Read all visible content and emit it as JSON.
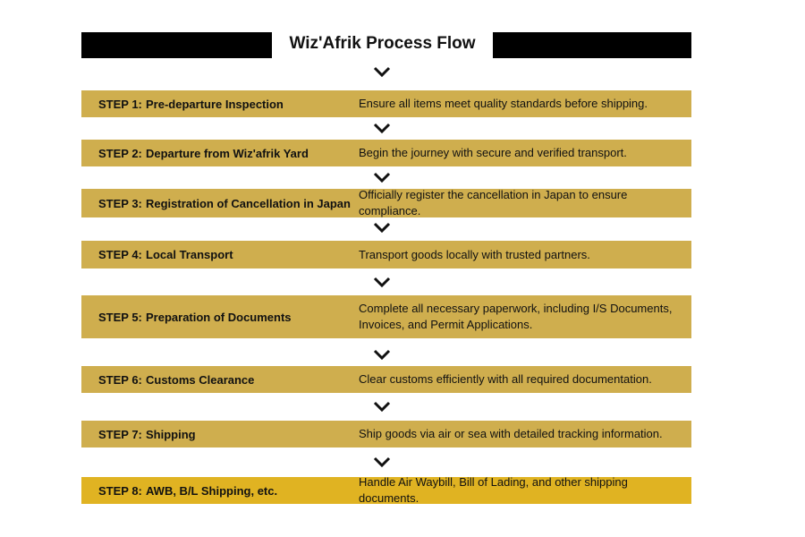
{
  "title": "Wiz'Afrik Process Flow",
  "steps": [
    {
      "step": "STEP 1:",
      "name": "Pre-departure Inspection",
      "desc": "Ensure all items meet quality standards before shipping."
    },
    {
      "step": "STEP 2:",
      "name": "Departure from Wiz'afrik Yard",
      "desc": "Begin the journey with secure and verified transport."
    },
    {
      "step": "STEP 3:",
      "name": "Registration of Cancellation in Japan",
      "desc": "Officially register the cancellation in Japan to ensure compliance."
    },
    {
      "step": "STEP 4:",
      "name": "Local Transport",
      "desc": "Transport goods locally with trusted partners."
    },
    {
      "step": "STEP 5:",
      "name": "Preparation of Documents",
      "desc": "Complete all necessary paperwork, including I/S Documents, Invoices, and Permit Applications."
    },
    {
      "step": "STEP 6:",
      "name": "Customs Clearance",
      "desc": "Clear customs efficiently with all required documentation."
    },
    {
      "step": "STEP 7:",
      "name": "Shipping",
      "desc": "Ship goods via air or sea with detailed tracking information."
    },
    {
      "step": "STEP 8:",
      "name": "AWB, B/L Shipping, etc.",
      "desc": "Handle Air Waybill, Bill of Lading, and other shipping documents."
    }
  ],
  "colors": {
    "step": "#cfae4e",
    "final": "#e0b322"
  }
}
